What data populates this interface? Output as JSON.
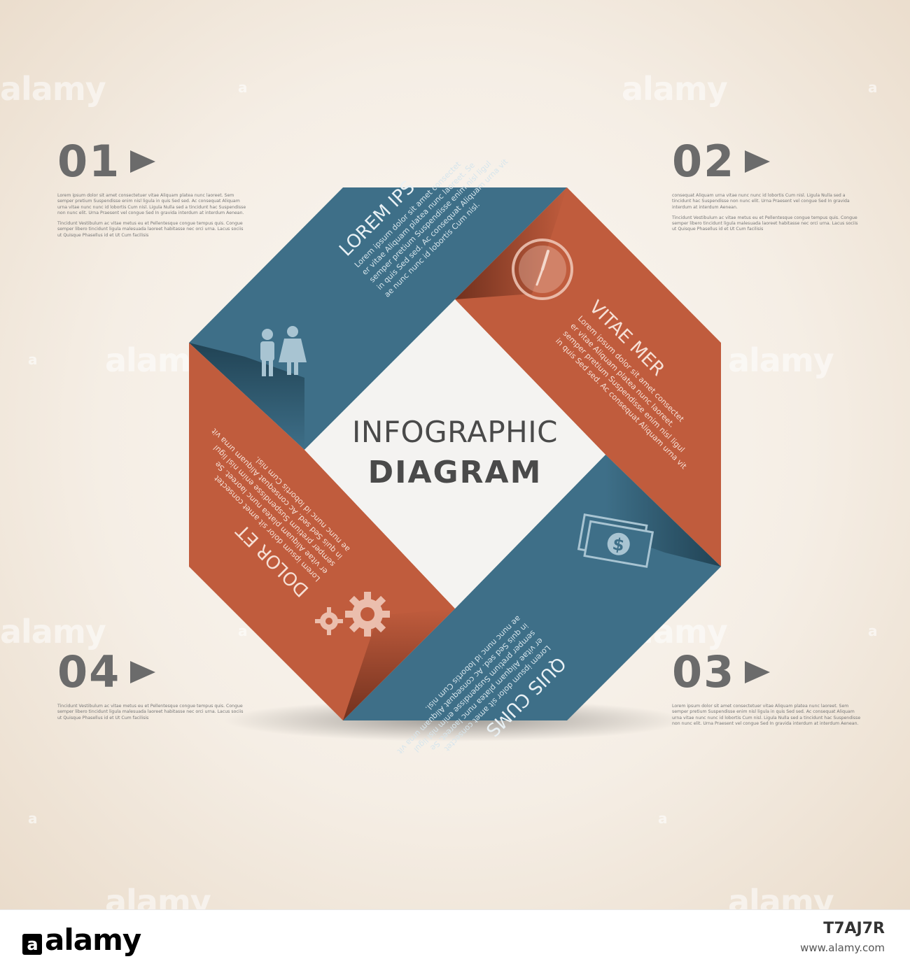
{
  "center": {
    "line1": "INFOGRAPHIC",
    "line2": "DIAGRAM"
  },
  "segments": [
    {
      "title": "LOREM IPS",
      "icon": "people-icon",
      "color": "#3e6f88",
      "body": [
        "Lorem ipsum dolor sit amet consectet",
        "er vitae Aliquam platea nunc laoreet. Se",
        "semper pretium Suspendisse enim nisl ligul",
        "in quis Sed sed. Ac consequat Aliquam urna vit",
        "ae nunc nunc id lobortis Cum nisl."
      ]
    },
    {
      "title": "VITAE MER",
      "icon": "clock-icon",
      "color": "#c05c3d",
      "body": [
        "Lorem ipsum dolor sit amet consectet",
        "er vitae Aliquam platea nunc laoreet.",
        "semper pretium Suspendisse enim nisl ligul",
        "in quis Sed sed. Ac consequat Aliquam urna vit"
      ]
    },
    {
      "title": "QUIS CUMS",
      "icon": "money-icon",
      "color": "#3e6f88",
      "body": [
        "Lorem ipsum dolor sit amet consectet",
        "er vitae Aliquam platea nunc laoreet. Se",
        "semper pretium Suspendisse enim nisl ligul",
        "in quis Sed sed. Ac consequat Aliquam urna vit",
        "ae nunc nunc id lobortis Cum nisl."
      ]
    },
    {
      "title": "DOLOR ET",
      "icon": "gears-icon",
      "color": "#c05c3d",
      "body": [
        "Lorem ipsum dolor sit amet consectet",
        "er vitae Aliquam platea nunc laoreet. Se",
        "semper pretium Suspendisse enim nisl ligul",
        "in quis Sed sed. Ac consequat Aliquam urna vit",
        "ae nunc nunc id lobortis Cum nisl."
      ]
    }
  ],
  "steps": [
    {
      "num": "01",
      "p1": "Lorem ipsum dolor sit amet consectetuer vitae Aliquam platea nunc laoreet. Sem semper pretium Suspendisse enim nisl ligula in quis Sed sed. Ac consequat Aliquam urna vitae nunc nunc id lobortis Cum nisl. Ligula Nulla sed a tincidunt hac Suspendisse non nunc elit. Urna Praesent vel congue Sed In gravida interdum at interdum Aenean.",
      "p2": "Tincidunt Vestibulum ac vitae metus eu et Pellentesque congue tempus quis. Congue semper libero tincidunt ligula malesuada laoreet habitasse nec orci urna. Lacus sociis ut Quisque Phasellus id et Ut Cum facilisis"
    },
    {
      "num": "02",
      "p1": "consequat Aliquam urna vitae nunc nunc id lobortis Cum nisl. Ligula Nulla sed a tincidunt hac Suspendisse non nunc elit. Urna Praesent vel congue Sed In gravida interdum at interdum Aenean.",
      "p2": "Tincidunt Vestibulum ac vitae metus eu et Pellentesque congue tempus quis. Congue semper libero tincidunt ligula malesuada laoreet habitasse nec orci urna. Lacus sociis ut Quisque Phasellus id et Ut Cum facilisis"
    },
    {
      "num": "03",
      "p1": "Lorem ipsum dolor sit amet consectetuer vitae Aliquam platea nunc laoreet. Sem semper pretium Suspendisse enim nisl ligula in quis Sed sed. Ac consequat Aliquam urna vitae nunc nunc id lobortis Cum nisl. Ligula Nulla sed a tincidunt hac Suspendisse non nunc elit. Urna Praesent vel congue Sed In gravida interdum at interdum Aenean.",
      "p2": ""
    },
    {
      "num": "04",
      "p1": "Tincidunt Vestibulum ac vitae metus eu et Pellentesque congue tempus quis. Congue semper libero tincidunt ligula malesuada laoreet habitasse nec orci urna. Lacus sociis ut Quisque Phasellus id et Ut Cum facilisis",
      "p2": ""
    }
  ],
  "watermark": {
    "text": "alamy",
    "letter": "a"
  },
  "footer": {
    "logo": "alamy",
    "image_id": "T7AJ7R",
    "site": "www.alamy.com"
  },
  "colors": {
    "teal": "#3e6f88",
    "rust": "#c05c3d",
    "number_gray": "#6b6b6b",
    "center_bg": "#f4f3f1"
  }
}
